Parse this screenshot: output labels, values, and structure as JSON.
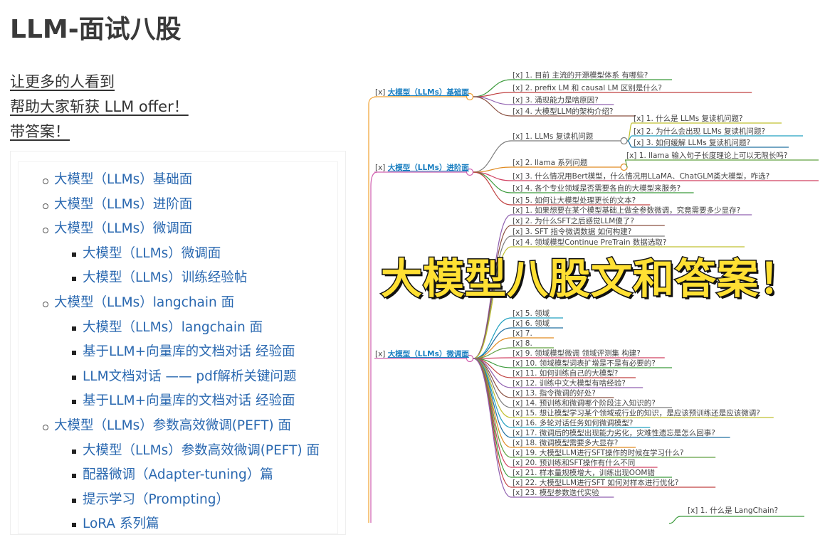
{
  "title": "LLM-面试八股",
  "slogan": [
    "让更多的人看到",
    "帮助大家斩获 LLM offer！",
    "带答案！"
  ],
  "toc": [
    {
      "level": 1,
      "label": "大模型（LLMs）基础面"
    },
    {
      "level": 1,
      "label": "大模型（LLMs）进阶面"
    },
    {
      "level": 1,
      "label": "大模型（LLMs）微调面"
    },
    {
      "level": 2,
      "label": "大模型（LLMs）微调面"
    },
    {
      "level": 2,
      "label": "大模型（LLMs）训练经验帖"
    },
    {
      "level": 1,
      "label": "大模型（LLMs）langchain 面"
    },
    {
      "level": 2,
      "label": "大模型（LLMs）langchain 面"
    },
    {
      "level": 2,
      "label": "基于LLM+向量库的文档对话 经验面"
    },
    {
      "level": 2,
      "label": "LLM文档对话 —— pdf解析关键问题"
    },
    {
      "level": 2,
      "label": "基于LLM+向量库的文档对话 经验面"
    },
    {
      "level": 1,
      "label": "大模型（LLMs）参数高效微调(PEFT) 面"
    },
    {
      "level": 2,
      "label": "大模型（LLMs）参数高效微调(PEFT) 面"
    },
    {
      "level": 2,
      "label": "配器微调（Adapter-tuning）篇"
    },
    {
      "level": 2,
      "label": "提示学习（Prompting）"
    },
    {
      "level": 2,
      "label": "LoRA 系列篇"
    }
  ],
  "mindmap": {
    "checkbox": "[x]",
    "branches": [
      {
        "label": "大模型（LLMs）基础面",
        "color": "#f0a030",
        "children": [
          {
            "text": "1. 目前 主流的开源模型体系 有哪些?"
          },
          {
            "text": "2. prefix LM 和 causal LM 区别是什么?"
          },
          {
            "text": "3. 涌现能力是啥原因?"
          },
          {
            "text": "4. 大模型LLM的架构介绍?"
          }
        ]
      },
      {
        "label": "大模型（LLMs）进阶面",
        "color": "#d060b0",
        "children": [
          {
            "text": "1. LLMs 复读机问题",
            "children": [
              {
                "text": "1. 什么是 LLMs 复读机问题?"
              },
              {
                "text": "2. 为什么会出现 LLMs 复读机问题?"
              },
              {
                "text": "3. 如何缓解 LLMs 复读机问题?"
              }
            ]
          },
          {
            "text": "2. llama 系列问题",
            "children": [
              {
                "text": "1. llama 输入句子长度理论上可以无限长吗?"
              }
            ]
          },
          {
            "text": "3. 什么情况用Bert模型，什么情况用LLaMA、ChatGLM类大模型，咋选?"
          },
          {
            "text": "4. 各个专业领域是否需要各自的大模型来服务?"
          },
          {
            "text": "5. 如何让大模型处理更长的文本?"
          }
        ]
      },
      {
        "label": "大模型（LLMs）微调面",
        "color": "#d060b0",
        "children": [
          {
            "text": "1. 如果想要在某个模型基础上做全参数微调，究竟需要多少显存?"
          },
          {
            "text": "2. 为什么SFT之后感觉LLM傻了?"
          },
          {
            "text": "3. SFT 指令微调数据 如何构建?"
          },
          {
            "text": "4. 领域模型Continue PreTrain 数据选取?"
          },
          {
            "text": "5. 领域"
          },
          {
            "text": "6. 领域"
          },
          {
            "text": "7."
          },
          {
            "text": "8."
          },
          {
            "text": "9. 领域模型微调 领域评测集 构建?"
          },
          {
            "text": "10. 领域模型词表扩增是不是有必要的?"
          },
          {
            "text": "11. 如何训练自己的大模型?"
          },
          {
            "text": "12. 训练中文大模型有啥经验?"
          },
          {
            "text": "13. 指令微调的好处?"
          },
          {
            "text": "14. 预训练和微调哪个阶段注入知识的?"
          },
          {
            "text": "15. 想让模型学习某个领域或行业的知识，是应该预训练还是应该微调?"
          },
          {
            "text": "16. 多轮对话任务如何微调模型?"
          },
          {
            "text": "17. 微调后的模型出现能力劣化，灾难性遗忘是怎么回事?"
          },
          {
            "text": "18. 微调模型需要多大显存?"
          },
          {
            "text": "19. 大模型LLM进行SFT操作的时候在学习什么?"
          },
          {
            "text": "20. 预训练和SFT操作有什么不同"
          },
          {
            "text": "21. 样本量规模增大，训练出现OOM错"
          },
          {
            "text": "22. 大模型LLM进行SFT 如何对样本进行优化?"
          },
          {
            "text": "23. 模型参数迭代实验"
          }
        ]
      }
    ],
    "extra": {
      "text": "1. 什么是 LangChain?"
    },
    "line_colors": [
      "#3a9a3a",
      "#c04040",
      "#9060b0",
      "#8a5040",
      "#7a7a7a",
      "#c0c030",
      "#20a0c0",
      "#2070a0",
      "#e08a20",
      "#60a040",
      "#d04060"
    ]
  },
  "overlay_text": "大模型八股文和答案！"
}
